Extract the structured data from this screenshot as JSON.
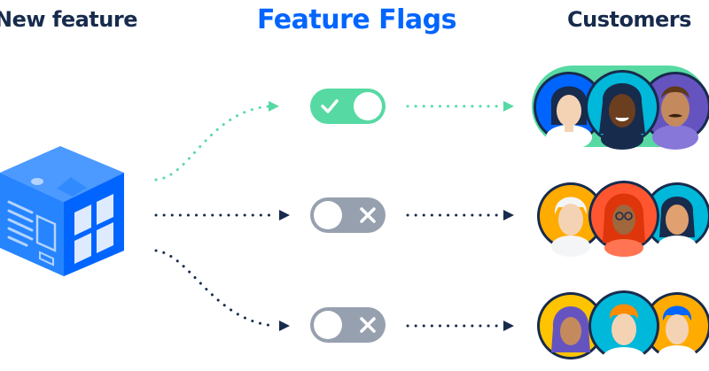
{
  "headings": {
    "left": "New feature",
    "center": "Feature Flags",
    "right": "Customers"
  },
  "flags": [
    {
      "state": "on",
      "icon": "check-icon"
    },
    {
      "state": "off",
      "icon": "x-icon"
    },
    {
      "state": "off",
      "icon": "x-icon"
    }
  ],
  "colors": {
    "heading_text": "#172b4d",
    "title_text": "#0065ff",
    "toggle_on": "#57d9a3",
    "toggle_off": "#97a0af",
    "connector_on": "#57d9a3",
    "connector_off": "#172b4d",
    "cube": "#2684ff"
  }
}
